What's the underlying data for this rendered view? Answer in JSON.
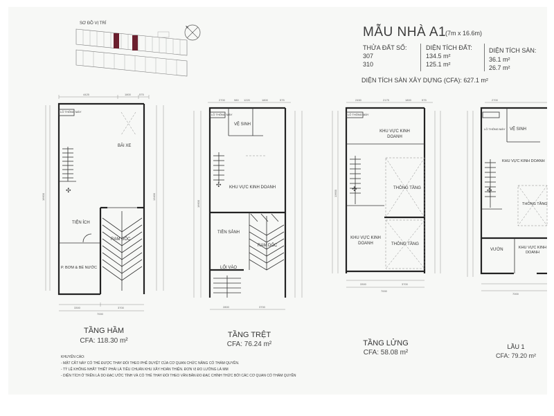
{
  "title": "MẪU NHÀ A1",
  "dimensions": "(7m x 16.6m)",
  "site_plan_label": "SƠ ĐỒ VỊ TRÍ",
  "plot_header": "THỬA ĐẤT SỐ:",
  "land_area_header": "DIỆN TÍCH ĐẤT:",
  "floor_area_header": "DIỆN TÍCH SÀN:",
  "rows": [
    {
      "plot": "307",
      "land": "134.5 m²",
      "floor": "36.1 m²"
    },
    {
      "plot": "310",
      "land": "125.1 m²",
      "floor": "26.7 m²"
    }
  ],
  "cfa_total": "DIỆN TÍCH SÀN XÂY DỰNG (CFA): 627.1 m²",
  "floors": [
    {
      "name": "TẦNG HẦM",
      "cfa": "CFA: 118.30 m²",
      "rooms": {
        "pump": "LỖ THÔNG MÁY",
        "parking": "BÃI XE",
        "utility": "TIỆN ÍCH",
        "ramp": "RAM DỐC",
        "tank": "P. BƠM & BỂ NƯỚC"
      },
      "dims": [
        "4425",
        "1800",
        "575",
        "3300",
        "3700",
        "7000",
        "13400",
        "16600"
      ]
    },
    {
      "name": "TẦNG TRỆT",
      "cfa": "CFA: 76.24 m²",
      "rooms": {
        "pump": "LỖ THÔNG MÁY",
        "wc": "VỆ SINH",
        "business": "KHU VỰC KINH DOANH",
        "lobby": "TIỀN SẢNH",
        "ramp": "RAM DỐC",
        "entry": "LỐI VÀO"
      },
      "dims": [
        "2700",
        "980",
        "1220",
        "1800",
        "575",
        "2800",
        "3700",
        "16600"
      ]
    },
    {
      "name": "TẦNG LỬNG",
      "cfa": "CFA: 58.08 m²",
      "rooms": {
        "pump": "LỖ THÔNG MÁY",
        "business_top": "KHU VỰC KINH DOANH",
        "void_top": "THÔNG TẦNG",
        "business_bottom": "KHU VỰC KINH DOANH",
        "void_bottom": "THÔNG TẦNG"
      },
      "dims": [
        "2450",
        "2175",
        "1800",
        "575",
        "3300",
        "3700",
        "7000",
        "13600"
      ]
    },
    {
      "name": "LẦU 1",
      "cfa": "CFA: 79.20 m²",
      "rooms": {
        "pump": "LỖ THÔNG MÁY",
        "wc": "VỆ SINH",
        "business_top": "KHU VỰC KINH DOANH",
        "void": "THÔNG TẦNG",
        "garden": "VƯỜN",
        "business_bottom": "KHU VỰC KINH DOANH"
      },
      "dims": [
        "2700",
        "7000"
      ]
    }
  ],
  "notes_title": "KHUYẾN CÁO:",
  "notes": [
    "- MẶT CẮT NÀY CÓ THỂ ĐƯỢC THAY ĐỔI THEO PHÊ DUYỆT CỦA CƠ QUAN CHỨC NĂNG CÓ THẨM QUYỀN.",
    "- TỶ LỆ KHÔNG NHẤT THIẾT PHẢI LÀ TIÊU CHUẨN KHU XÂY HOÀN THIỆN. ĐƠN VỊ ĐO LƯỜNG LÀ MM",
    "- DIỆN TÍCH Ở TRÊN LÀ DO ĐẠC ƯỚC TÍNH VÀ CÓ THỂ THAY ĐỔI THEO VĂN BẢN ĐO ĐẠC CHÍNH THỨC BỞI CÁC CƠ QUAN CÓ THẨM QUYỀN"
  ],
  "colors": {
    "paper": "#f7f8f6",
    "wall": "#222222",
    "highlight": "#6b1f2e"
  }
}
